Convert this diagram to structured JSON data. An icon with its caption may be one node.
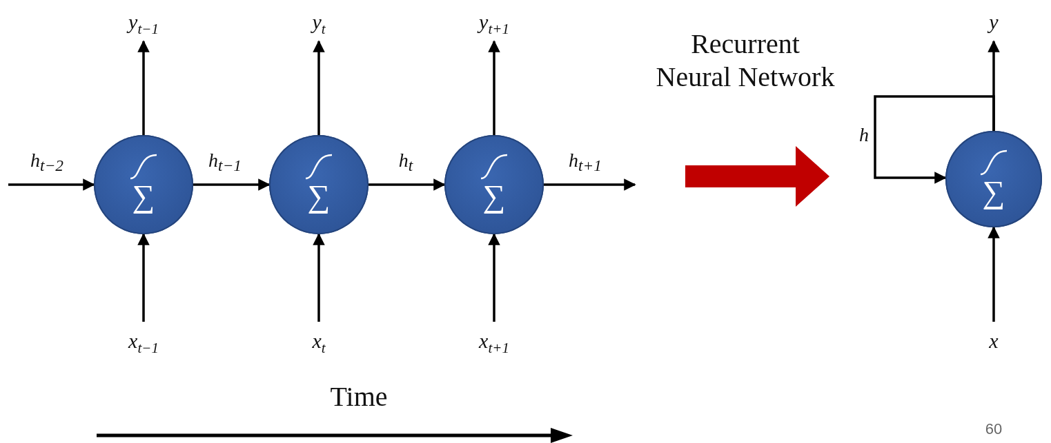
{
  "diagram": {
    "nodes": [
      {
        "text": [
          "y$_{t−1}$"
        ]
      },
      {
        "text": [
          "y$_{t}$"
        ]
      },
      {
        "text": [
          "y$_{t+1}$"
        ]
      },
      {
        "text": [
          "y"
        ]
      },
      {
        "text": [
          "∑"
        ]
      },
      {
        "text": [
          "∑"
        ]
      },
      {
        "text": [
          "∑"
        ]
      },
      {
        "text": [
          "∑"
        ]
      },
      {
        "text": [
          "x$_{t−1}$"
        ]
      },
      {
        "text": [
          "x$_{t}$"
        ]
      },
      {
        "text": [
          "x$_{t+1}$"
        ]
      },
      {
        "text": [
          "x"
        ]
      }
    ],
    "edges": [
      {
        "from": null,
        "to": 4,
        "arrow": "to",
        "label": "h$_{t−2}$"
      },
      {
        "from": 4,
        "to": 5,
        "arrow": "to",
        "label": "h$_{t−1}$"
      },
      {
        "from": 5,
        "to": 6,
        "arrow": "to",
        "label": "h$_{t}$"
      },
      {
        "from": 6,
        "to": null,
        "arrow": "to",
        "label": "h$_{t+1}$"
      },
      {
        "from": 8,
        "to": 4,
        "arrow": "to"
      },
      {
        "from": 9,
        "to": 5,
        "arrow": "to"
      },
      {
        "from": 10,
        "to": 6,
        "arrow": "to"
      },
      {
        "from": 11,
        "to": 7,
        "arrow": "to"
      },
      {
        "from": 4,
        "to": 0,
        "arrow": "to"
      },
      {
        "from": 5,
        "to": 1,
        "arrow": "to"
      },
      {
        "from": 6,
        "to": 2,
        "arrow": "to"
      },
      {
        "from": 7,
        "to": 3,
        "arrow": "to"
      },
      {
        "from": 7,
        "to": 7,
        "arrow": "to",
        "label": "h"
      }
    ],
    "labels": [
      "Recurrent Neural Network",
      "Time",
      "60"
    ]
  }
}
